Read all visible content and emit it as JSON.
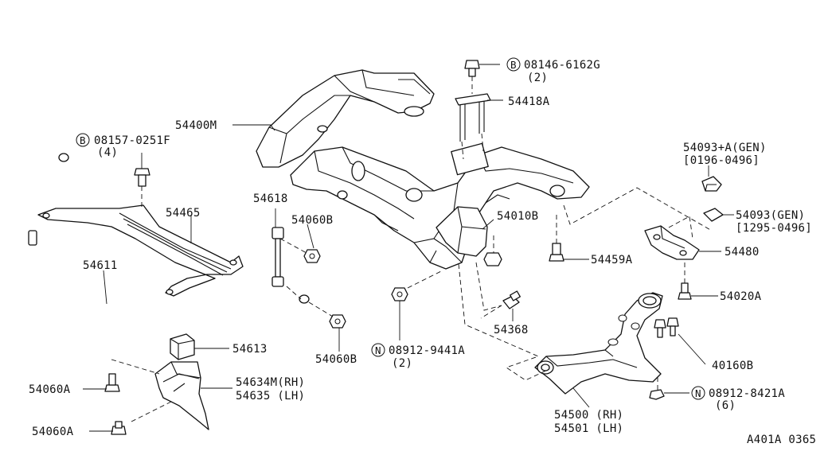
{
  "diagram": {
    "parts": {
      "bolt_08146": {
        "prefix": "B",
        "code": "08146-6162G",
        "qty": "(2)"
      },
      "p54418A": "54418A",
      "p54400M": "54400M",
      "bolt_08157": {
        "prefix": "B",
        "code": "08157-0251F",
        "qty": "(4)"
      },
      "p54093A": {
        "code": "54093+A(GEN)",
        "range": "[0196-0496]"
      },
      "p54093": {
        "code": "54093(GEN)",
        "range": "[1295-0496]"
      },
      "p54618": "54618",
      "p54060B_top": "54060B",
      "p54010B": "54010B",
      "p54465": "54465",
      "p54611": "54611",
      "p54480": "54480",
      "p54459A": "54459A",
      "p54020A": "54020A",
      "p54368": "54368",
      "p54613": "54613",
      "p54060B_bot": "54060B",
      "nut_08912_9441": {
        "prefix": "N",
        "code": "08912-9441A",
        "qty": "(2)"
      },
      "p40160B": "40160B",
      "p54634M": "54634M(RH)",
      "p54635": "54635 (LH)",
      "p54060A_top": "54060A",
      "p54060A_bot": "54060A",
      "nut_08912_8421": {
        "prefix": "N",
        "code": "08912-8421A",
        "qty": "(6)"
      },
      "p54500": "54500 (RH)",
      "p54501": "54501 (LH)"
    },
    "figure_id": "A401A 0365"
  }
}
